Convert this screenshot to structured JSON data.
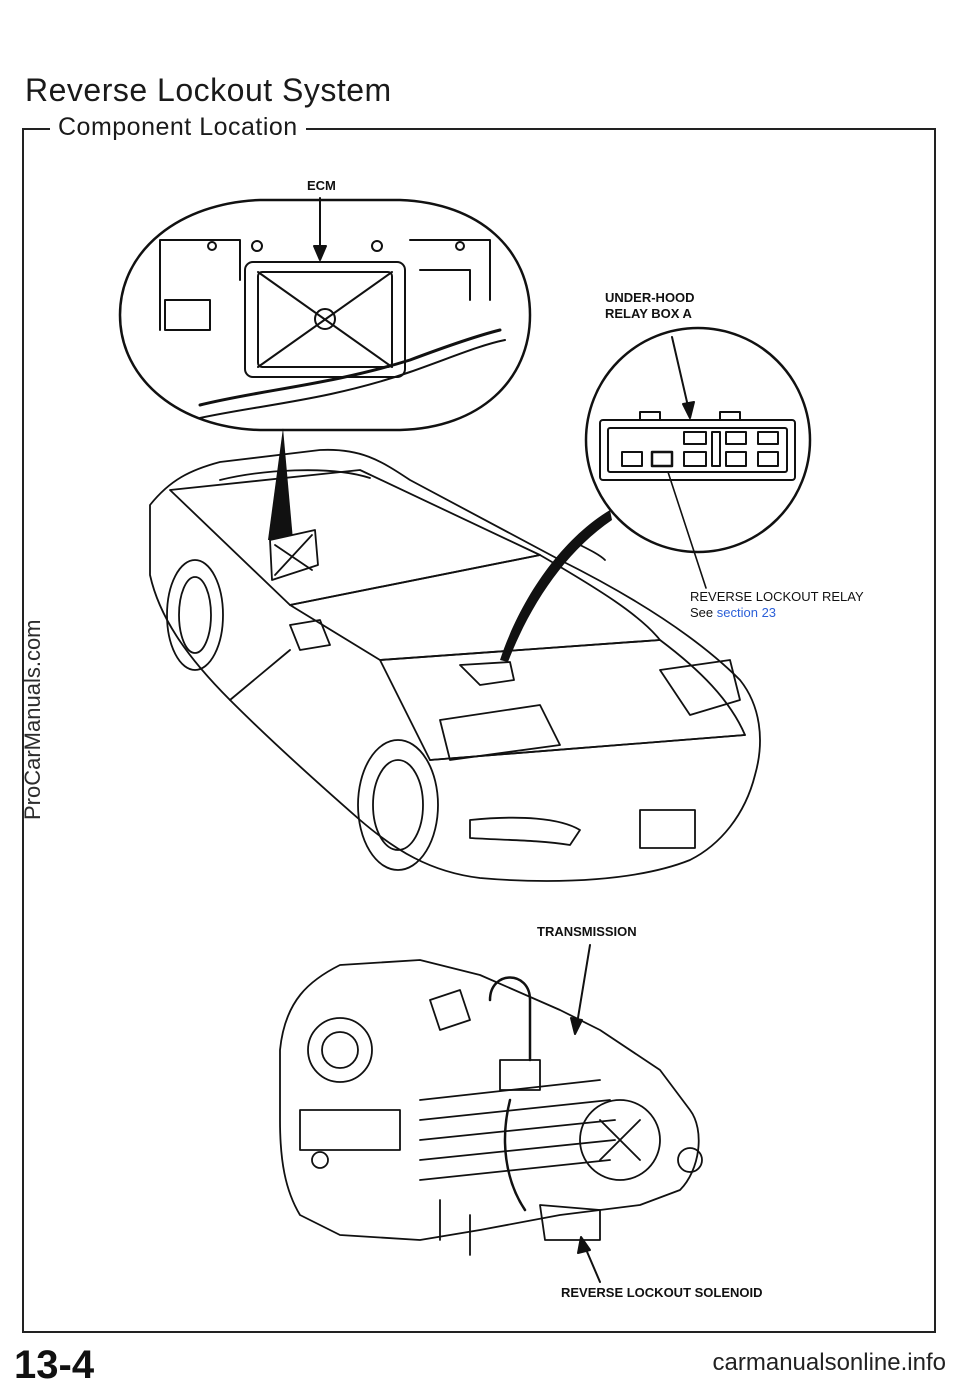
{
  "header": {
    "title": "Reverse Lockout System",
    "section": "Component Location"
  },
  "callouts": {
    "ecm": "ECM",
    "relay_box": [
      "UNDER-HOOD",
      "RELAY BOX A"
    ],
    "relay": "REVERSE LOCKOUT RELAY",
    "relay_see": "See",
    "relay_link": "section 23",
    "transmission": "TRANSMISSION",
    "solenoid": "REVERSE LOCKOUT SOLENOID"
  },
  "footer": {
    "page_number": "13-4",
    "watermark_side": "ProCarManuals.com",
    "watermark_bottom": "carmanualsonline.info"
  }
}
